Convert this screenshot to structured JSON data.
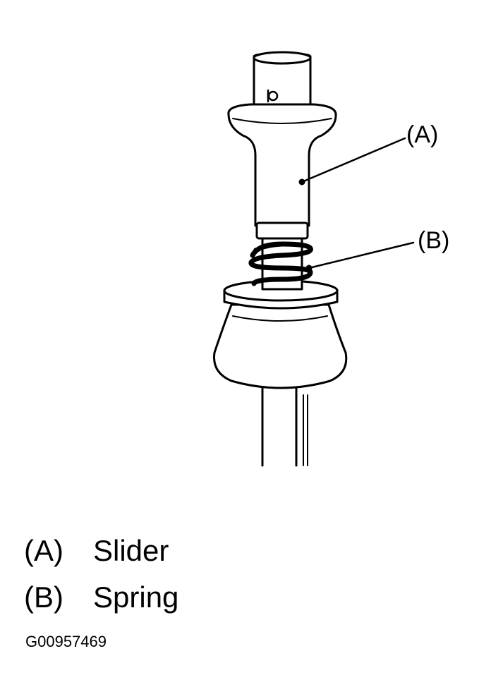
{
  "callouts": {
    "a": "(A)",
    "b": "(B)"
  },
  "legend": [
    {
      "key": "(A)",
      "text": "Slider"
    },
    {
      "key": "(B)",
      "text": "Spring"
    }
  ],
  "figure_code": "G00957469"
}
